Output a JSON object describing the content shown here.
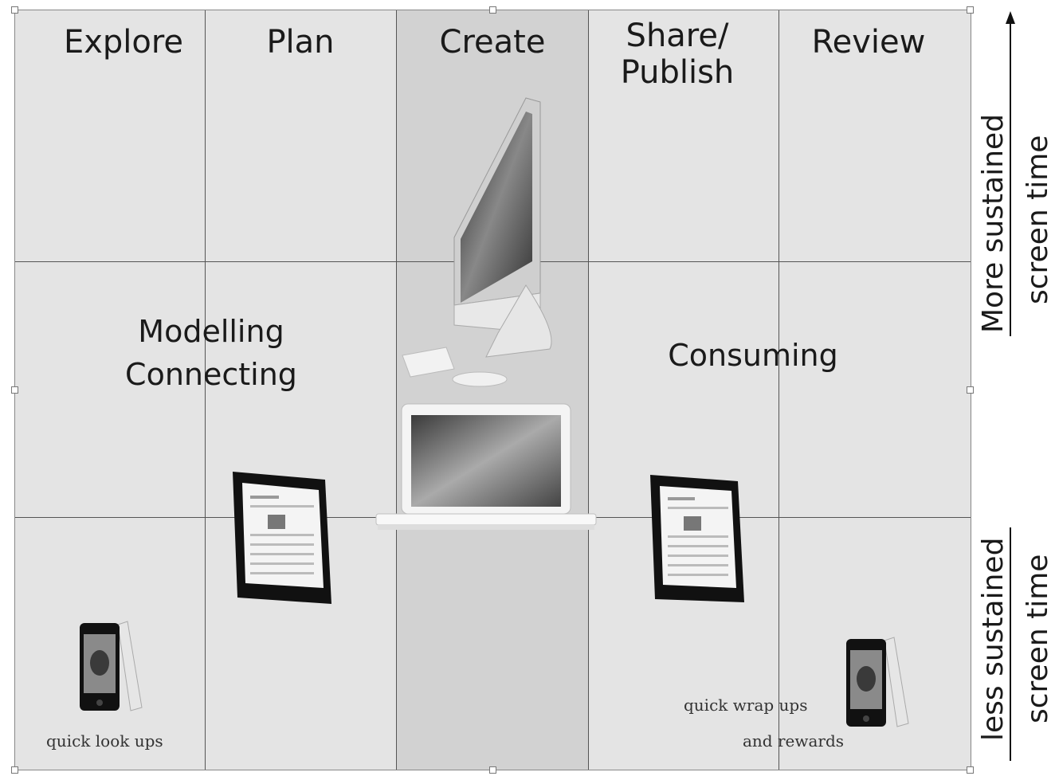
{
  "columns": [
    "Explore",
    "Plan",
    "Create",
    "Share/\nPublish",
    "Review"
  ],
  "zones": {
    "modelling": "Modelling",
    "connecting": "Connecting",
    "consuming": "Consuming"
  },
  "notes": {
    "quick_look_ups": "quick look ups",
    "quick_wrap_ups": "quick wrap ups",
    "and_rewards": "and rewards"
  },
  "axis": {
    "top_line1": "More sustained",
    "top_line2": "screen time",
    "bottom_line1": "less sustained",
    "bottom_line2": "screen time"
  },
  "devices": [
    "desktop-computer-icon",
    "laptop-icon",
    "tablet-icon",
    "smartphone-icon"
  ],
  "colors": {
    "cell": "#e4e4e4",
    "create_column": "#d2d2d2",
    "grid_line": "#555555"
  }
}
